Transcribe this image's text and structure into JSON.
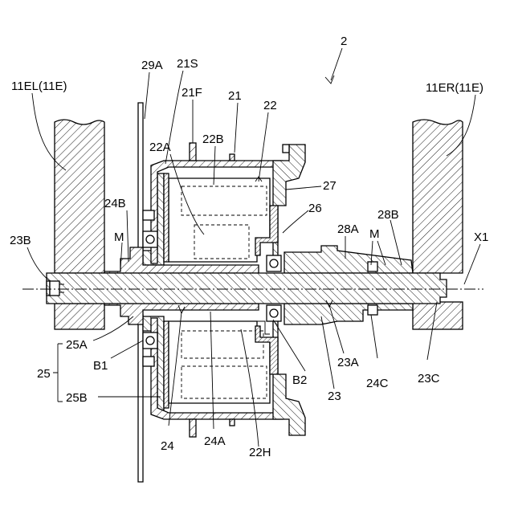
{
  "labels": {
    "assembly": "2",
    "frame_left": "11EL(11E)",
    "frame_right": "11ER(11E)",
    "plate_29A": "29A",
    "part_21S": "21S",
    "part_21F": "21F",
    "part_21": "21",
    "part_22": "22",
    "part_22A": "22A",
    "part_22B": "22B",
    "part_27": "27",
    "part_24B": "24B",
    "part_26": "26",
    "part_28A": "28A",
    "part_28B": "28B",
    "M_left": "M",
    "M_right": "M",
    "axis_X1": "X1",
    "part_23B": "23B",
    "part_25A": "25A",
    "part_25": "25",
    "part_B1": "B1",
    "part_25B": "25B",
    "part_B2": "B2",
    "part_23A": "23A",
    "part_23": "23",
    "part_24C": "24C",
    "part_23C": "23C",
    "part_24": "24",
    "part_24A": "24A",
    "part_22H": "22H"
  },
  "colors": {
    "line": "#000000",
    "background": "#ffffff"
  }
}
